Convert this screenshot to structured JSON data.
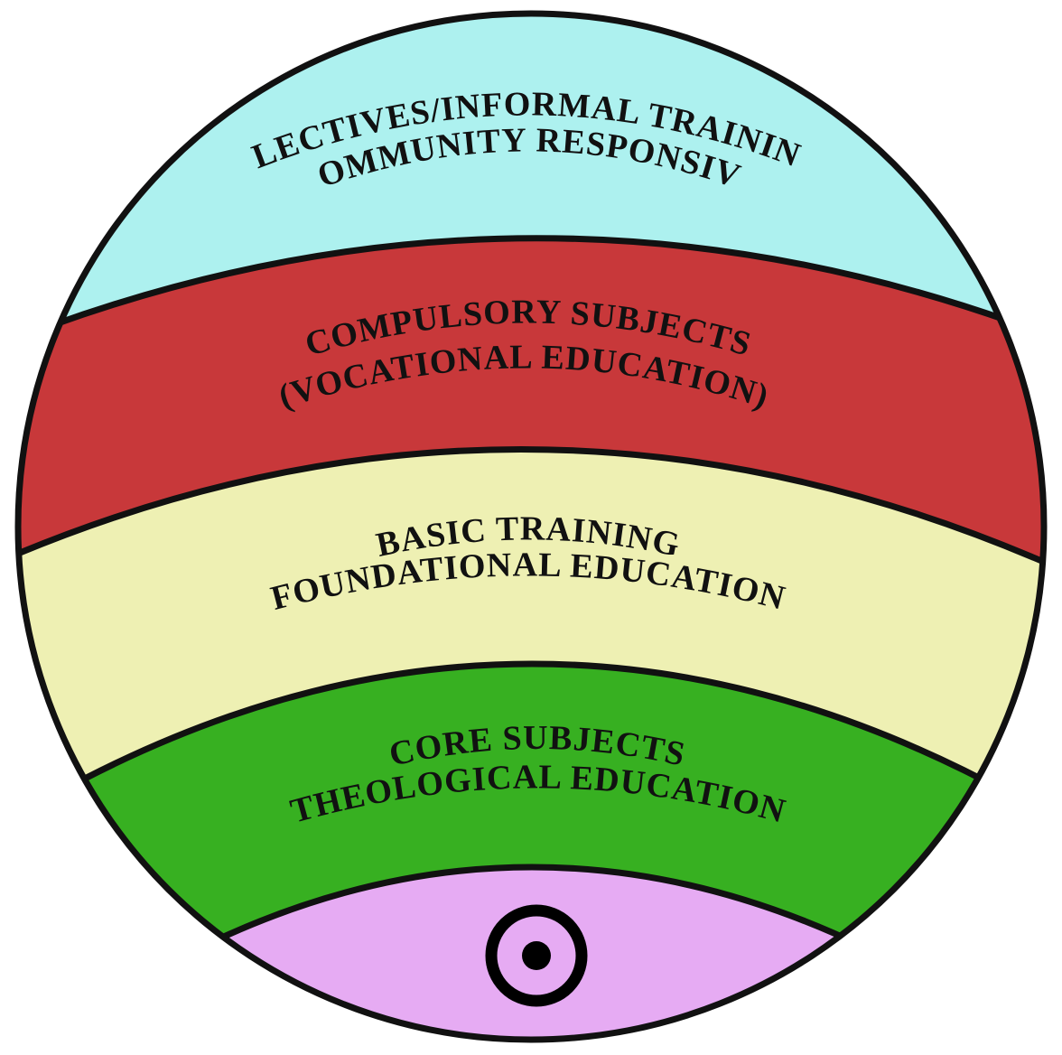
{
  "colors": {
    "outline": "#111111",
    "background": "#ffffff",
    "text": "#111111",
    "symbol": "#000000"
  },
  "bands": [
    {
      "id": "electives",
      "line1": "ELECTIVES/INFORMAL TRAINING",
      "line2": "(COMMUNITY RESPONSIVE)",
      "color": "#adf1ef"
    },
    {
      "id": "compulsory",
      "line1": "COMPULSORY SUBJECTS",
      "line2": "(VOCATIONAL EDUCATION)",
      "color": "#c8383a"
    },
    {
      "id": "basic",
      "line1": "BASIC TRAINING",
      "line2": "(FOUNDATIONAL EDUCATION)",
      "color": "#eef0b3"
    },
    {
      "id": "core",
      "line1": "CORE SUBJECTS",
      "line2": "(THEOLOGICAL EDUCATION)",
      "color": "#37b021"
    },
    {
      "id": "center",
      "color": "#e6abf3",
      "symbol": "circled-dot-icon"
    }
  ]
}
